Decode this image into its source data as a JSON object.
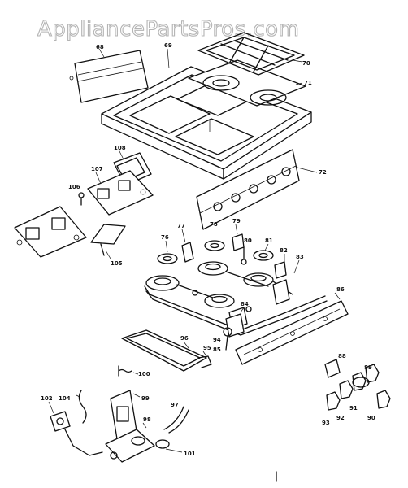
{
  "watermark": "AppliancePartsPros.com",
  "labels": {
    "p68": "68",
    "p69": "69",
    "p70": "70",
    "p71": "71",
    "p72": "72",
    "p106": "106",
    "p107": "107",
    "p108": "108",
    "p105": "105",
    "p76": "76",
    "p77": "77",
    "p78": "78",
    "p79": "79",
    "p80": "80",
    "p81": "81",
    "p82": "82",
    "p83": "83",
    "p84": "84",
    "p85": "85",
    "p86": "86",
    "p94": "94",
    "p95": "95",
    "p96": "96",
    "p100": "100",
    "p101": "101",
    "p102": "102",
    "p104": "104",
    "p97": "97",
    "p98": "98",
    "p99": "99",
    "p88": "88",
    "p89": "89",
    "p90": "90",
    "p91": "91",
    "p92": "92",
    "p93": "93"
  }
}
